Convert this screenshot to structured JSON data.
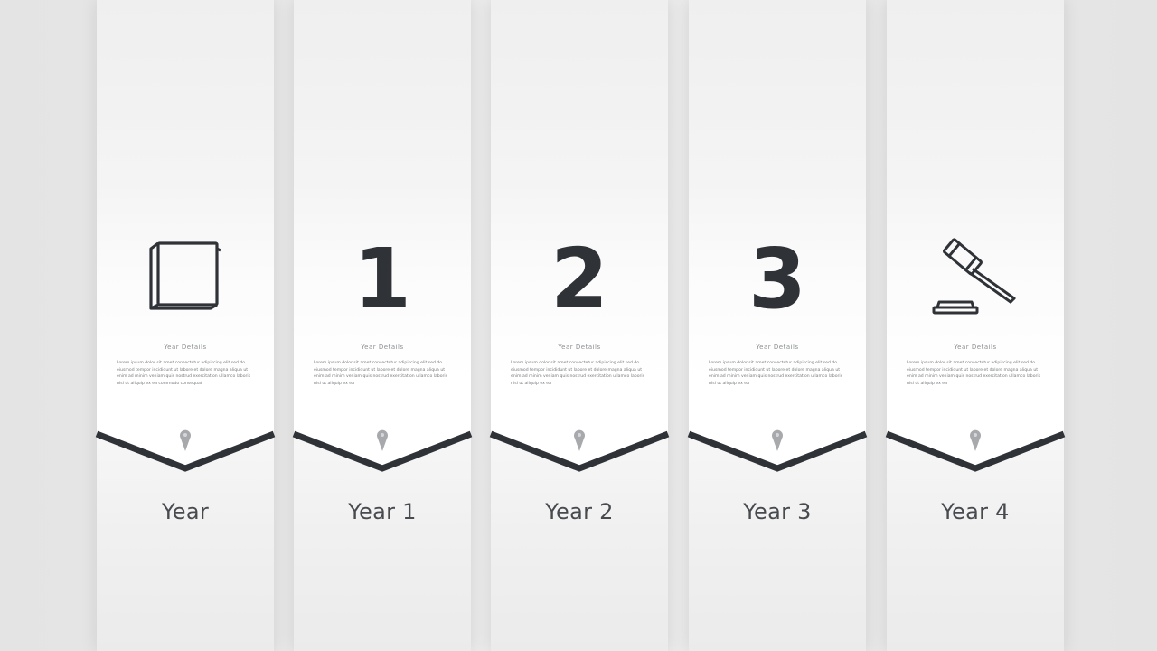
{
  "colors": {
    "accent_dark": "#2f3338",
    "pin": "#a7a9ac",
    "panel": "#ffffff",
    "background": "#e8e8e8"
  },
  "steps": [
    {
      "icon": "book-icon",
      "heading": "Year Details",
      "body": "Lorem ipsum dolor sit amet consectetur adipiscing elit sed do eiusmod tempor incididunt ut labore et dolore magna aliqua ut enim ad minim veniam quis nostrud exercitation ullamco laboris nisi ut aliquip ex ea commodo consequat",
      "year_label": "Year"
    },
    {
      "number": "1",
      "heading": "Year Details",
      "body": "Lorem ipsum dolor sit amet consectetur adipiscing elit sed do eiusmod tempor incididunt ut labore et dolore magna aliqua ut enim ad minim veniam quis nostrud exercitation ullamco laboris nisi ut aliquip ex ea",
      "year_label": "Year 1"
    },
    {
      "number": "2",
      "heading": "Year Details",
      "body": "Lorem ipsum dolor sit amet consectetur adipiscing elit sed do eiusmod tempor incididunt ut labore et dolore magna aliqua ut enim ad minim veniam quis nostrud exercitation ullamco laboris nisi ut aliquip ex ea",
      "year_label": "Year 2"
    },
    {
      "number": "3",
      "heading": "Year Details",
      "body": "Lorem ipsum dolor sit amet consectetur adipiscing elit sed do eiusmod tempor incididunt ut labore et dolore magna aliqua ut enim ad minim veniam quis nostrud exercitation ullamco laboris nisi ut aliquip ex ea",
      "year_label": "Year 3"
    },
    {
      "icon": "gavel-icon",
      "heading": "Year Details",
      "body": "Lorem ipsum dolor sit amet consectetur adipiscing elit sed do eiusmod tempor incididunt ut labore et dolore magna aliqua ut enim ad minim veniam quis nostrud exercitation ullamco laboris nisi ut aliquip ex ea",
      "year_label": "Year 4"
    }
  ]
}
